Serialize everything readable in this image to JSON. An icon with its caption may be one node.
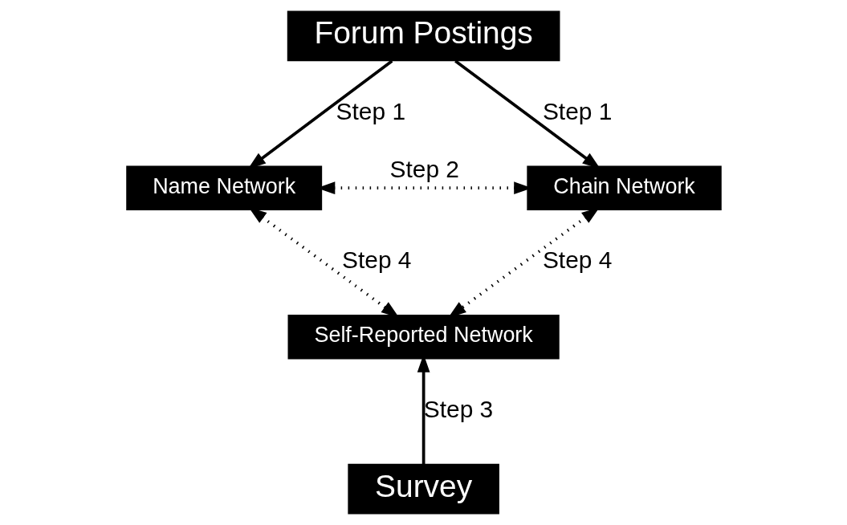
{
  "diagram": {
    "nodes": [
      {
        "text": [
          "Forum Postings"
        ]
      },
      {
        "text": [
          "Name Network"
        ]
      },
      {
        "text": [
          "Chain Network"
        ]
      },
      {
        "text": [
          "Self-Reported Network"
        ]
      },
      {
        "text": [
          "Survey"
        ]
      }
    ],
    "edges": [
      {
        "from": 0,
        "to": 1,
        "arrow": "to",
        "label": "Step 1"
      },
      {
        "from": 0,
        "to": 2,
        "arrow": "to",
        "label": "Step 1"
      },
      {
        "from": 1,
        "to": 2,
        "arrow": "both",
        "label": "Step 2",
        "style": "dashed"
      },
      {
        "from": 4,
        "to": 3,
        "arrow": "to",
        "label": "Step 3"
      },
      {
        "from": 1,
        "to": 3,
        "arrow": "both",
        "label": "Step 4",
        "style": "dashed"
      },
      {
        "from": 2,
        "to": 3,
        "arrow": "both",
        "label": "Step 4",
        "style": "dashed"
      }
    ]
  }
}
